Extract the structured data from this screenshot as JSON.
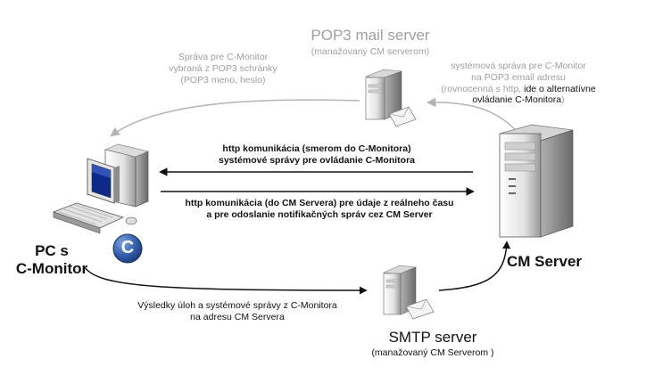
{
  "nodes": {
    "pop3": {
      "title": "POP3 mail server",
      "subtitle": "(manažovaný CM serverom)"
    },
    "pc": {
      "line1": "PC s",
      "line2": "C-Monitor",
      "badge": "C"
    },
    "cm": {
      "title": "CM Server"
    },
    "smtp": {
      "title": "SMTP server",
      "subtitle": "(manažovaný CM Serverom )"
    }
  },
  "edges": {
    "pop3_to_pc": {
      "line1": "Správa pre C-Monitor",
      "line2": "vybraná z POP3 schránky",
      "line3": "(POP3 meno, heslo)"
    },
    "cm_to_pop3": {
      "line1": "systémová správa pre C-Monitor",
      "line2": "na POP3 email adresu",
      "line3_gray": "(rovnocenná s http,",
      "line3_dark": "ide o alternatívne",
      "line4_dark": "ovládanie C-Monitora",
      "line4_gray": ")"
    },
    "cm_to_pc": {
      "line1": "http komunikácia (smerom do C-Monitora)",
      "line2": "systémové správy pre ovládanie C-Monitora"
    },
    "pc_to_cm": {
      "line1": "http komunikácia (do CM Servera)  pre  údaje z reálneho času",
      "line2": "a pre odoslanie notifikačných správ cez CM Server"
    },
    "pc_to_smtp": {
      "line1": "Výsledky úloh a systémové správy z C-Monitora",
      "line2": "na adresu CM Servera"
    }
  },
  "colors": {
    "gray_arrow": "#b4b4b4",
    "dark_arrow": "#111111",
    "badge": "#2f5aa6",
    "gray_text": "#a0a0a0"
  }
}
